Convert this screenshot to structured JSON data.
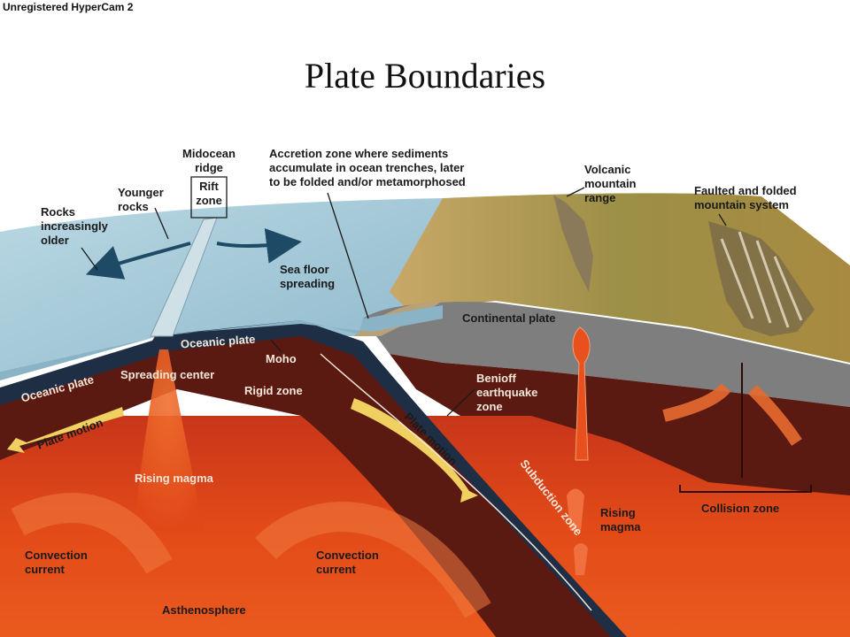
{
  "watermark": "Unregistered HyperCam 2",
  "title": "Plate Boundaries",
  "colors": {
    "ocean": "#9cc3d4",
    "land": "#a8984a",
    "lithosphere": "#5a1a12",
    "mantle": "#e0481a",
    "continental_crust": "#7e7e7e",
    "oceanic_crust": "#1e2e44"
  },
  "labels": {
    "midocean_ridge_1": "Midocean",
    "midocean_ridge_2": "ridge",
    "rift_zone_1": "Rift",
    "rift_zone_2": "zone",
    "younger_rocks_1": "Younger",
    "younger_rocks_2": "rocks",
    "rocks_older_1": "Rocks",
    "rocks_older_2": "increasingly",
    "rocks_older_3": "older",
    "accretion_1": "Accretion zone where sediments",
    "accretion_2": "accumulate in ocean trenches, later",
    "accretion_3": "to be folded and/or metamorphosed",
    "volcanic_1": "Volcanic",
    "volcanic_2": "mountain",
    "volcanic_3": "range",
    "faulted_1": "Faulted and folded",
    "faulted_2": "mountain system",
    "sea_floor_1": "Sea floor",
    "sea_floor_2": "spreading",
    "continental_plate": "Continental plate",
    "oceanic_plate_left": "Oceanic plate",
    "oceanic_plate_mid": "Oceanic plate",
    "moho": "Moho",
    "spreading_center": "Spreading center",
    "rigid_zone": "Rigid zone",
    "benioff_1": "Benioff",
    "benioff_2": "earthquake",
    "benioff_3": "zone",
    "plate_motion_left": "Plate motion",
    "plate_motion_right": "Plate motion",
    "subduction_zone": "Subduction zone",
    "rising_magma_left": "Rising magma",
    "rising_magma_right_1": "Rising",
    "rising_magma_right_2": "magma",
    "collision_zone": "Collision zone",
    "convection_left_1": "Convection",
    "convection_left_2": "current",
    "convection_mid_1": "Convection",
    "convection_mid_2": "current",
    "asthenosphere": "Asthenosphere"
  }
}
